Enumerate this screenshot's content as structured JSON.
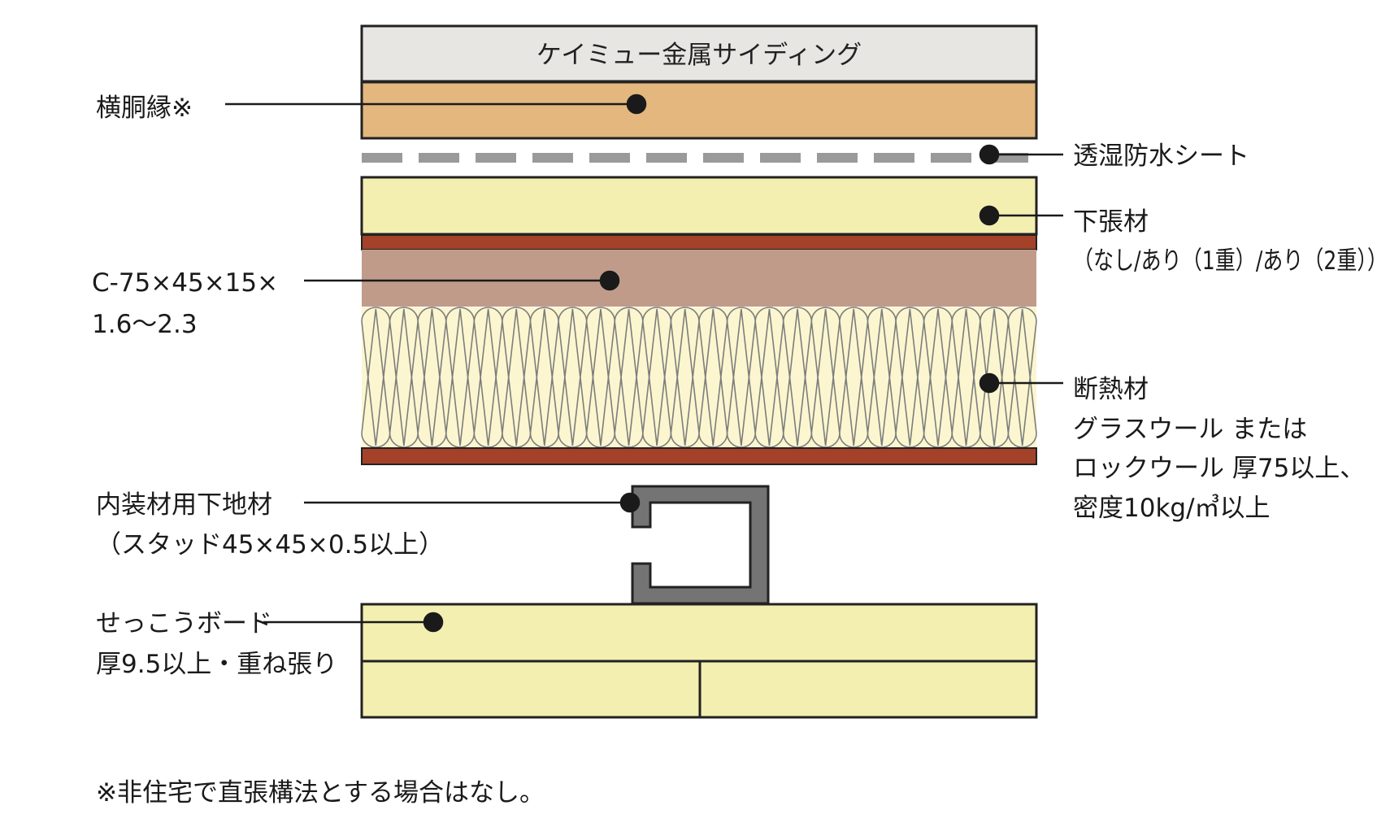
{
  "layers": {
    "siding": {
      "label": "ケイミュー金属サイディング",
      "color": "#e8e6e3"
    },
    "furring": {
      "color": "#e3b77e"
    },
    "membrane": {
      "color": "#9a9a9a"
    },
    "sheathing": {
      "color": "#f3efb1"
    },
    "steel_band": {
      "color": "#a34129"
    },
    "c_channel": {
      "color": "#c19b8a"
    },
    "insulation": {
      "color": "#fbf6cf"
    },
    "stud": {
      "color": "#747474"
    },
    "gypsum": {
      "color": "#f3efb1"
    }
  },
  "labels": {
    "furring": [
      "横胴縁※"
    ],
    "membrane": [
      "透湿防水シート"
    ],
    "sheathing": [
      "下張材",
      "（なし/あり（1重）/あり（2重））"
    ],
    "c_channel": [
      "C-75×45×15×",
      "1.6〜2.3"
    ],
    "insulation": [
      "断熱材",
      "グラスウール または",
      "ロックウール 厚75以上、",
      "密度10kg/㎥以上"
    ],
    "stud": [
      "内装材用下地材",
      "（スタッド45×45×0.5以上）"
    ],
    "gypsum": [
      "せっこうボード",
      "厚9.5以上・重ね張り"
    ]
  },
  "footnote": "※非住宅で直張構法とする場合はなし。"
}
